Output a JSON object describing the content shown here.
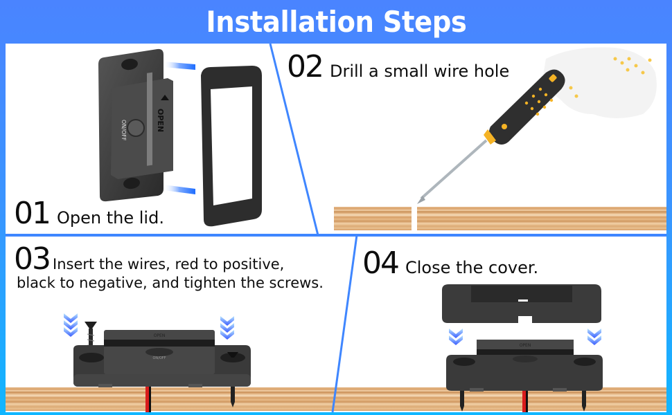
{
  "header": {
    "title": "Installation Steps"
  },
  "steps": [
    {
      "number": "01",
      "text": "Open the lid."
    },
    {
      "number": "02",
      "text": "Drill a small wire hole"
    },
    {
      "number": "03",
      "text_line1": "Insert the wires, red to positive,",
      "text_line2": "black to negative, and tighten the screws."
    },
    {
      "number": "04",
      "text": "Close the cover."
    }
  ],
  "device_labels": {
    "switch": "ON/OFF",
    "open": "OPEN"
  },
  "icons": {
    "arrows": "blue-chevron-down-arrows",
    "screwdriver": "screwdriver-in-gloved-hand",
    "screw": "wood-screw"
  },
  "colors": {
    "frame_top": "#4a84ff",
    "frame_bottom": "#10b6ff",
    "divider": "#3f86ff",
    "text": "#0d0d0d",
    "device": "#3e3e3e",
    "wire_red": "#d81c1c",
    "handle_yellow": "#f5b325",
    "wood": "#e2b07c"
  }
}
